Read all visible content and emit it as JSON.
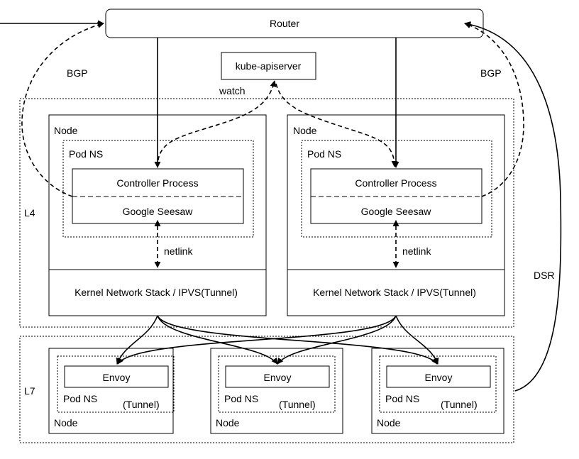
{
  "router": "Router",
  "apiserver": "kube-apiserver",
  "watch": "watch",
  "bgp_left": "BGP",
  "bgp_right": "BGP",
  "dsr": "DSR",
  "l4_label": "L4",
  "l7_label": "L7",
  "l4_nodes": [
    {
      "node_label": "Node",
      "pod_ns_label": "Pod NS",
      "controller_label": "Controller Process",
      "seesaw_label": "Google Seesaw",
      "netlink_label": "netlink",
      "kernel_label": "Kernel Network Stack / IPVS(Tunnel)"
    },
    {
      "node_label": "Node",
      "pod_ns_label": "Pod NS",
      "controller_label": "Controller Process",
      "seesaw_label": "Google Seesaw",
      "netlink_label": "netlink",
      "kernel_label": "Kernel Network Stack / IPVS(Tunnel)"
    }
  ],
  "l7_nodes": [
    {
      "envoy_label": "Envoy",
      "pod_ns_label": "Pod NS",
      "tunnel_label": "(Tunnel)",
      "node_label": "Node"
    },
    {
      "envoy_label": "Envoy",
      "pod_ns_label": "Pod NS",
      "tunnel_label": "(Tunnel)",
      "node_label": "Node"
    },
    {
      "envoy_label": "Envoy",
      "pod_ns_label": "Pod NS",
      "tunnel_label": "(Tunnel)",
      "node_label": "Node"
    }
  ]
}
